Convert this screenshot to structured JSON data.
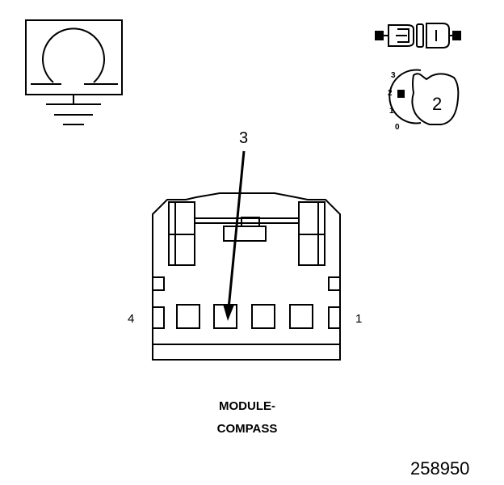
{
  "ground_symbol": {
    "icon": "ground-omega-icon"
  },
  "connector_key": {
    "icons": [
      "connector-halves-icon",
      "lock-tab-icon"
    ],
    "positions": [
      "3",
      "2",
      "1",
      "0"
    ],
    "tab_label": "2"
  },
  "connector_face": {
    "pin_left_label": "4",
    "pin_right_label": "1",
    "pointer_label": "3"
  },
  "title_line1": "MODULE-",
  "title_line2": "COMPASS",
  "figure_number": "258950"
}
